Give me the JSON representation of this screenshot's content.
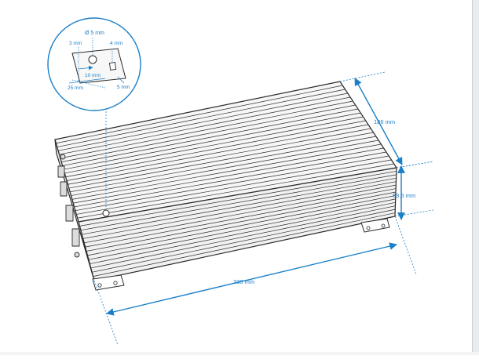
{
  "dimensions": {
    "width_label": "330 mm",
    "depth_label": "186 mm",
    "height_label": "63.5 mm"
  },
  "detail": {
    "hole_diameter_label": "Ø 5 mm",
    "left_offset_label": "3 mm",
    "right_offset_label": "4 mm",
    "hole_spacing_label": "10 mm",
    "tab_width_label": "25 mm",
    "tab_depth_label": "5 mm"
  },
  "colors": {
    "dimension_blue": "#1a7fc8",
    "line_dark": "#2a2a2a",
    "panel_grey": "#f4f4f4"
  }
}
